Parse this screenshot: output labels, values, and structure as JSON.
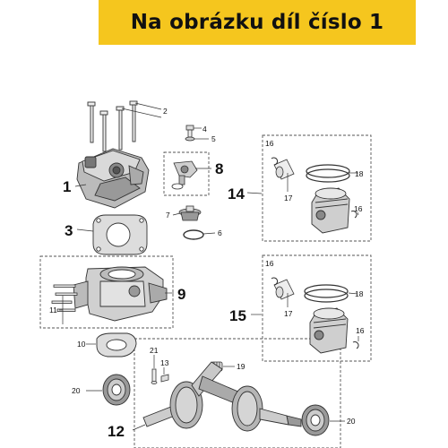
{
  "banner": {
    "text": "Na obrázku díl číslo 1"
  },
  "colors": {
    "banner": "#f5c61e",
    "line": "#333333",
    "fill_light": "#eeeeee",
    "fill_mid": "#d6d6d6",
    "fill_dark": "#9a9a9a"
  },
  "callouts": {
    "c1": "1",
    "c2": "2",
    "c3": "3",
    "c4": "4",
    "c5": "5",
    "c6": "6",
    "c7": "7",
    "c8": "8",
    "c9": "9",
    "c10": "10",
    "c11": "11",
    "c12": "12",
    "c13": "13",
    "c14": "14",
    "c15": "15",
    "c16": "16",
    "c17": "17",
    "c18": "18",
    "c19": "19",
    "c20": "20",
    "c21": "21"
  }
}
